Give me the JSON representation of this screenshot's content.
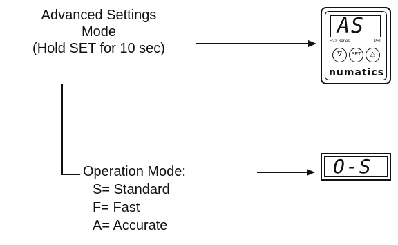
{
  "advanced_settings": {
    "line1": "Advanced Settings",
    "line2": "Mode",
    "line3": "(Hold SET for 10 sec)"
  },
  "device": {
    "display_text": "AS",
    "series_label": "E22 Series",
    "unit_label": "PSI",
    "buttons": [
      "∇",
      "SET",
      "△"
    ],
    "brand": "numatics"
  },
  "operation_mode": {
    "title": "Operation Mode:",
    "options": [
      "S= Standard",
      "F= Fast",
      "A= Accurate"
    ]
  },
  "display2": {
    "text": "O-S"
  }
}
